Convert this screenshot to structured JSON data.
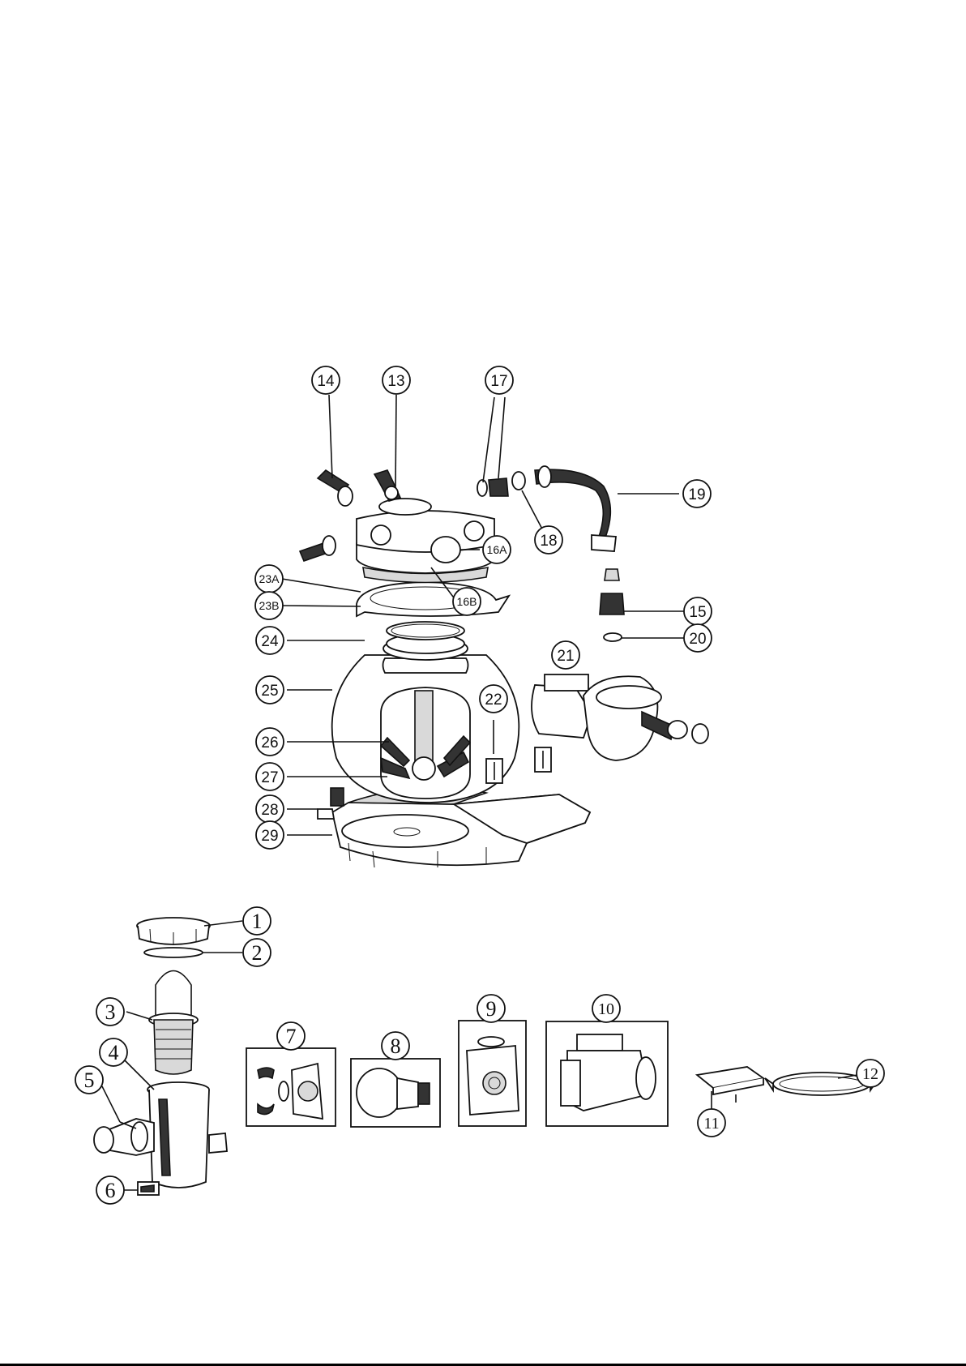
{
  "callouts": {
    "c1": "1",
    "c2": "2",
    "c3": "3",
    "c4": "4",
    "c5": "5",
    "c6": "6",
    "c7": "7",
    "c8": "8",
    "c9": "9",
    "c10": "10",
    "c11": "11",
    "c12": "12",
    "c13": "13",
    "c14": "14",
    "c15": "15",
    "c16a": "16A",
    "c16b": "16B",
    "c17": "17",
    "c18": "18",
    "c19": "19",
    "c20": "20",
    "c21": "21",
    "c22": "22",
    "c23a": "23A",
    "c23b": "23B",
    "c24": "24",
    "c25": "25",
    "c26": "26",
    "c27": "27",
    "c28": "28",
    "c29": "29"
  }
}
